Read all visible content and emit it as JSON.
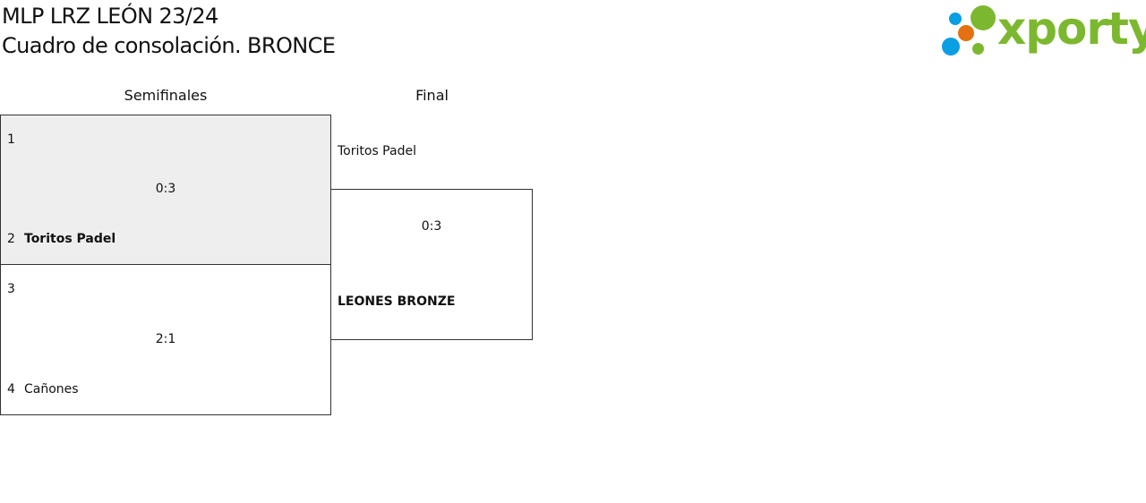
{
  "header": {
    "title": "MLP LRZ LEÓN 23/24",
    "subtitle": "Cuadro de consolación. BRONCE"
  },
  "logo": {
    "text": "xporty",
    "colors": {
      "green": "#7cb82f",
      "blue": "#0a9ee3",
      "orange": "#e5700f"
    }
  },
  "rounds": [
    {
      "label": "Semifinales"
    },
    {
      "label": "Final"
    }
  ],
  "semifinals": [
    {
      "top": {
        "seed": "1",
        "team": ""
      },
      "score": "0:3",
      "bottom": {
        "seed": "2",
        "team": "Toritos Padel",
        "winner": true
      }
    },
    {
      "top": {
        "seed": "3",
        "team": ""
      },
      "score": "2:1",
      "bottom": {
        "seed": "4",
        "team": "Cañones",
        "winner": false
      }
    }
  ],
  "final": {
    "top": {
      "team": "Toritos Padel",
      "winner": false
    },
    "score": "0:3",
    "bottom": {
      "team": "LEONES BRONZE",
      "winner": true
    }
  },
  "colors": {
    "shaded_match": "#eeeeee",
    "border": "#333333"
  }
}
